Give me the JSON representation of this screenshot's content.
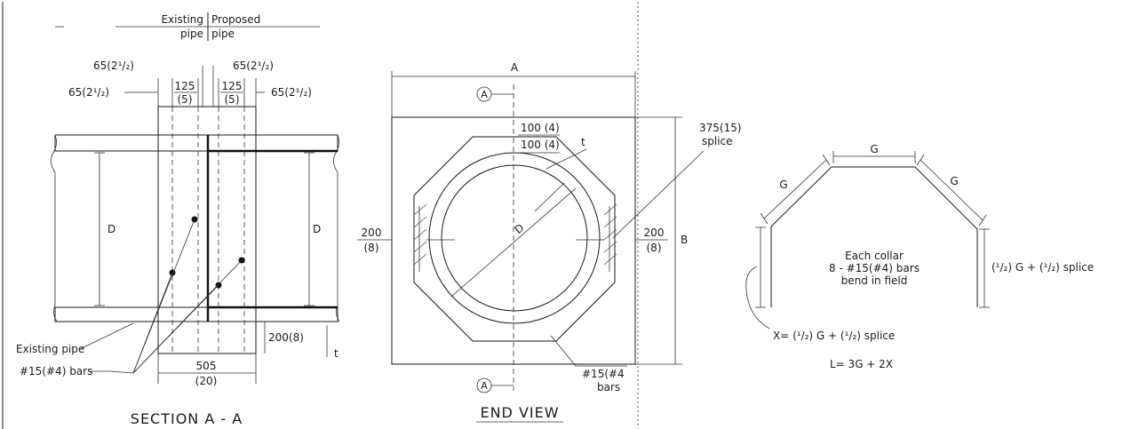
{
  "section": {
    "existing_pipe_top": "Existing",
    "existing_pipe_bottom": "pipe",
    "proposed_pipe_top": "Proposed",
    "proposed_pipe_bottom": "pipe",
    "dim_65": "65(2¹/₂)",
    "dim_125": "125",
    "dim_5": "(5)",
    "dim_D": "D",
    "dim_200_8": "200(8)",
    "dim_t": "t",
    "dim_505": "505",
    "dim_20": "(20)",
    "label_existing_pipe": "Existing pipe",
    "label_bars": "#15(#4) bars",
    "title": "SECTION  A - A"
  },
  "end_view": {
    "dim_A": "A",
    "dim_B": "B",
    "section_marker": "A",
    "dim_100_4": "100  (4)",
    "dim_t": "t",
    "dim_D": "D",
    "dim_200": "200",
    "dim_8": "(8)",
    "splice_top": "375(15)",
    "splice_bottom": "splice",
    "bars_top": "#15(#4",
    "bars_bottom": "bars",
    "title": "END VIEW"
  },
  "collar": {
    "dim_G": "G",
    "note_1": "Each collar",
    "note_2": "8 - #15(#4) bars",
    "note_3": "bend in field",
    "side_dim": "(¹/₂) G + (¹/₂) splice",
    "x_formula": "X= (¹/₂) G + (¹/₂) splice",
    "l_formula": "L= 3G + 2X"
  }
}
